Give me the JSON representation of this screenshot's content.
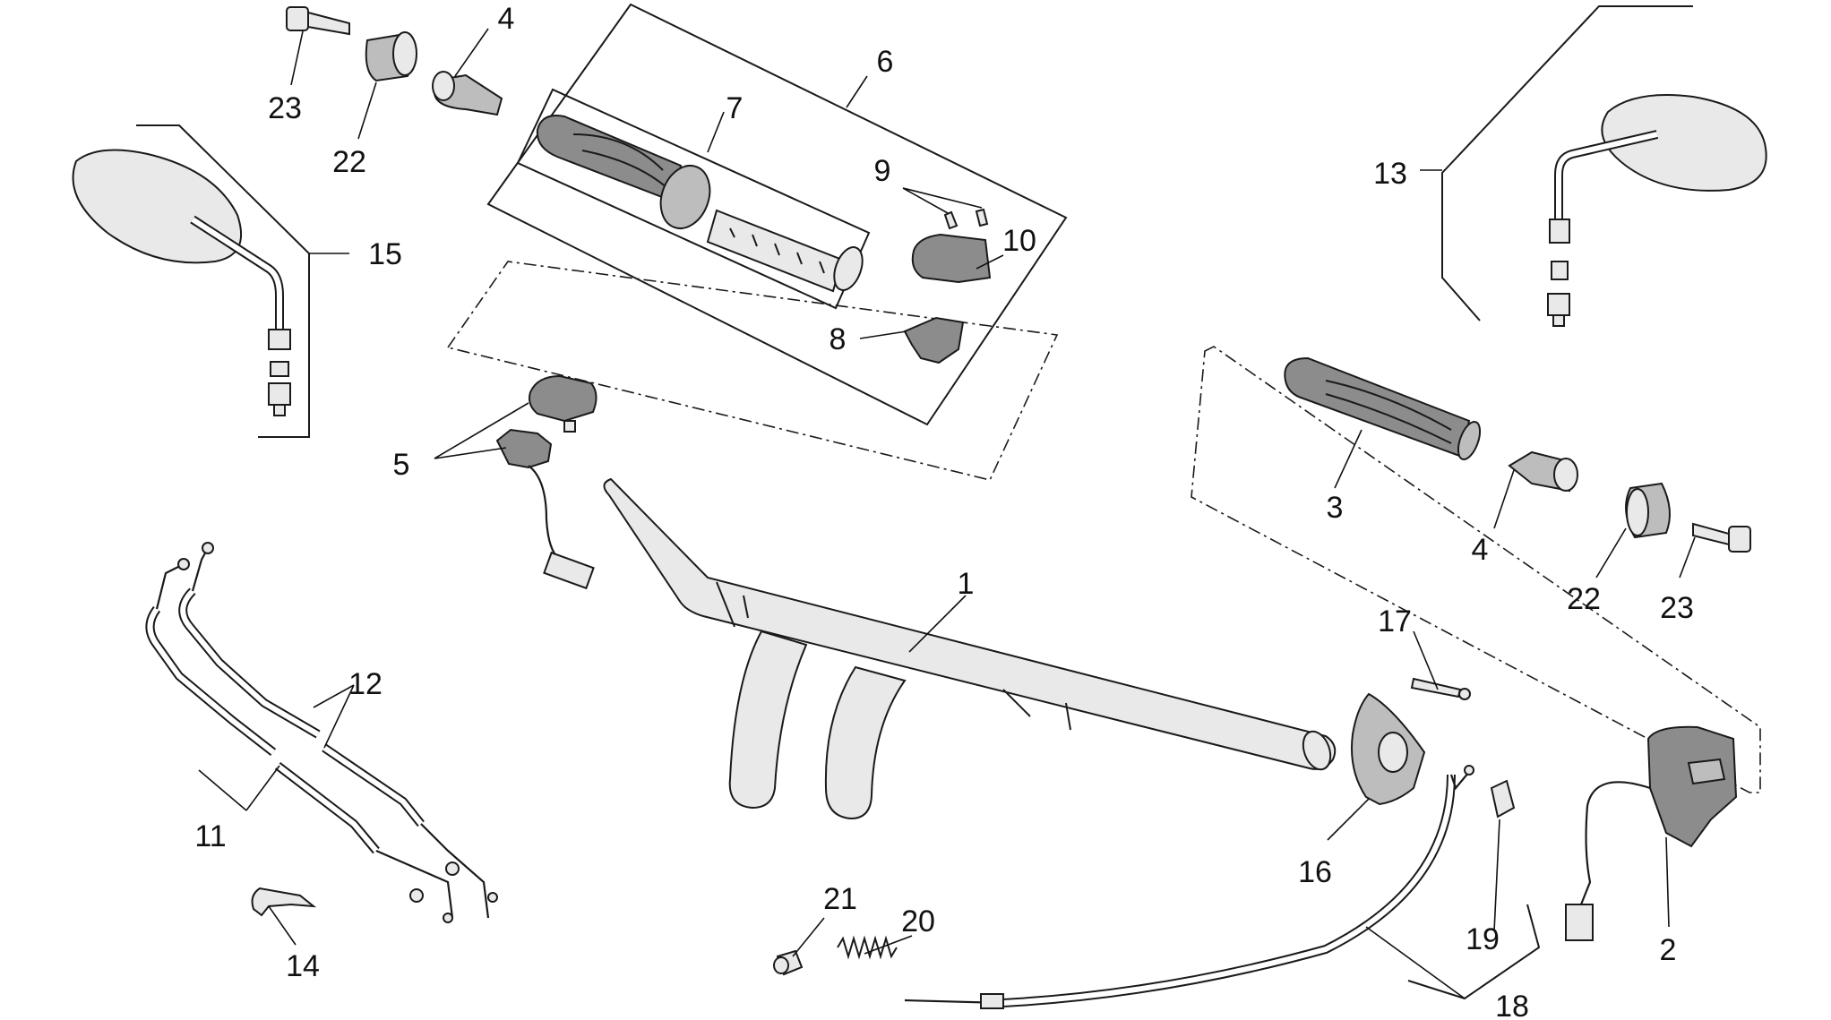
{
  "diagram": {
    "background": "#ffffff",
    "line_color": "#1a1a1a",
    "callouts": [
      {
        "id": "c-23a",
        "label": "23"
      },
      {
        "id": "c-22a",
        "label": "22"
      },
      {
        "id": "c-4a",
        "label": "4"
      },
      {
        "id": "c-6",
        "label": "6"
      },
      {
        "id": "c-7",
        "label": "7"
      },
      {
        "id": "c-9",
        "label": "9"
      },
      {
        "id": "c-10",
        "label": "10"
      },
      {
        "id": "c-8",
        "label": "8"
      },
      {
        "id": "c-15",
        "label": "15"
      },
      {
        "id": "c-5",
        "label": "5"
      },
      {
        "id": "c-13",
        "label": "13"
      },
      {
        "id": "c-3",
        "label": "3"
      },
      {
        "id": "c-4b",
        "label": "4"
      },
      {
        "id": "c-22b",
        "label": "22"
      },
      {
        "id": "c-23b",
        "label": "23"
      },
      {
        "id": "c-1",
        "label": "1"
      },
      {
        "id": "c-12",
        "label": "12"
      },
      {
        "id": "c-11",
        "label": "11"
      },
      {
        "id": "c-14",
        "label": "14"
      },
      {
        "id": "c-17",
        "label": "17"
      },
      {
        "id": "c-16",
        "label": "16"
      },
      {
        "id": "c-21",
        "label": "21"
      },
      {
        "id": "c-20",
        "label": "20"
      },
      {
        "id": "c-19",
        "label": "19"
      },
      {
        "id": "c-2",
        "label": "2"
      },
      {
        "id": "c-18",
        "label": "18"
      }
    ]
  }
}
